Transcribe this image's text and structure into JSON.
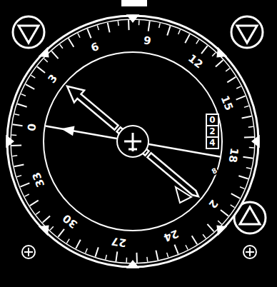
{
  "diagram": {
    "labels": [
      "0",
      "3",
      "6",
      "9",
      "12",
      "15",
      "18",
      "2",
      "24",
      "27",
      "30",
      "33",
      "0",
      "2",
      "4",
      "8"
    ]
  }
}
